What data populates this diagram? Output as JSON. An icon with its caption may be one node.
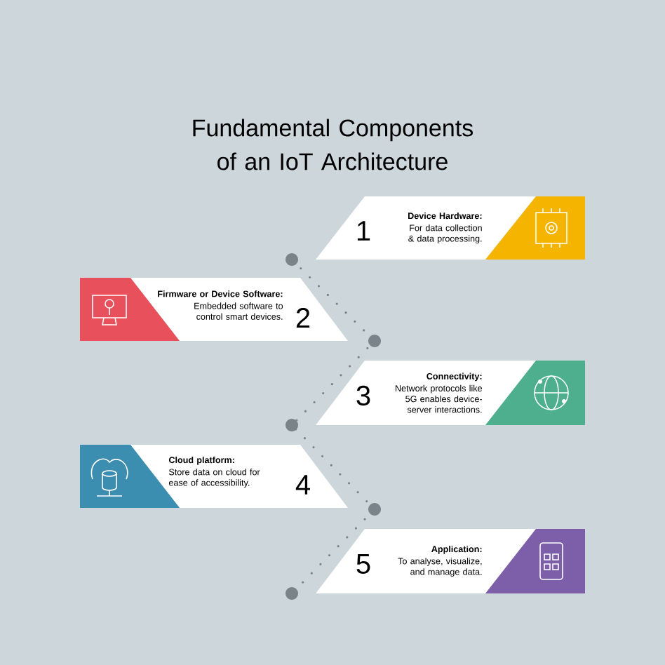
{
  "diagram": {
    "title": "Fundamental Components of an IoT Architecture",
    "nodes": [
      {
        "text": [
          "1",
          "Device Hardware:",
          "For data collection & data processing."
        ]
      },
      {
        "text": [
          "Firmware or Device Software:",
          "Embedded software to control smart devices.",
          "2"
        ]
      },
      {
        "text": [
          "3",
          "Connectivity:",
          "Network protocols like 5G enables device-server interactions."
        ]
      },
      {
        "text": [
          "Cloud platform:",
          "Store data on cloud for ease of accessibility.",
          "4"
        ]
      },
      {
        "text": [
          "5",
          "Application:",
          "To analyse, visualize, and manage data."
        ]
      }
    ]
  }
}
